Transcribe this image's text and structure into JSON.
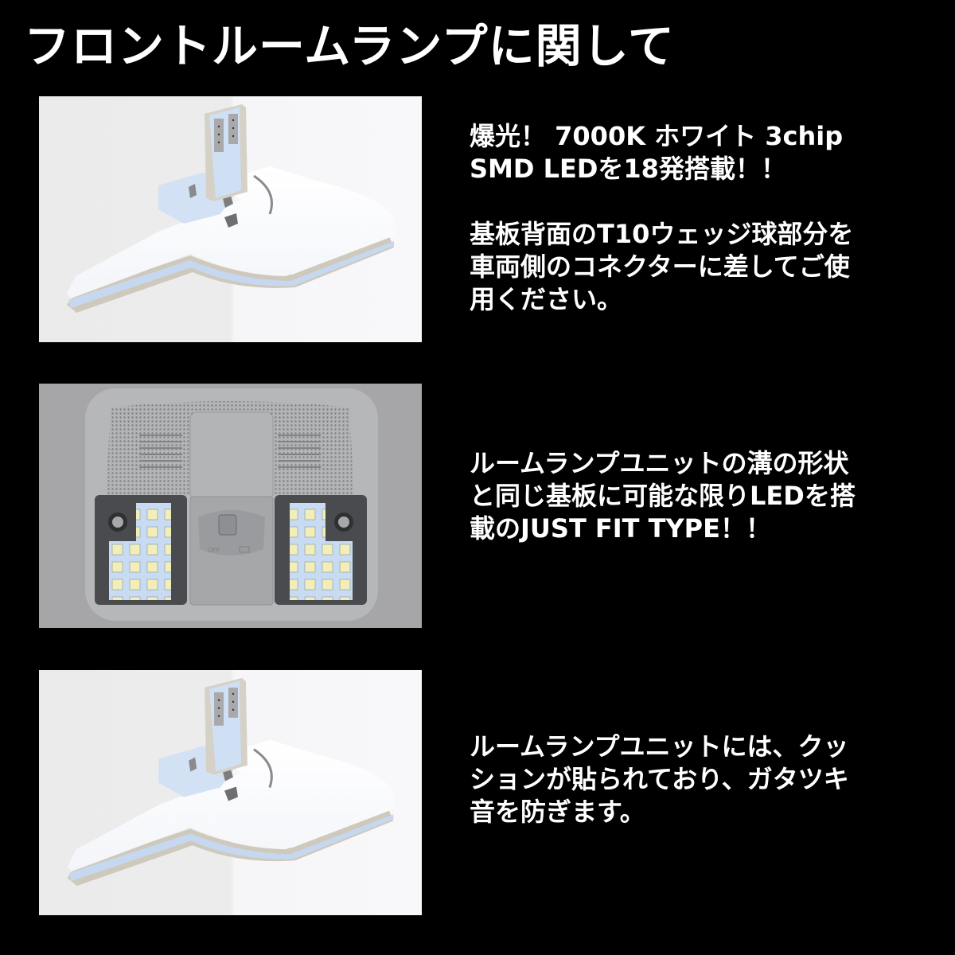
{
  "title": "フロントルームランプに関して",
  "sections": [
    {
      "image": {
        "alt": "T10ウェッジ球付きLED基板（クッション貼付）",
        "icon": "led-module-photo"
      },
      "text": "爆光！ 7000K ホワイト 3chip\nSMD LEDを18発搭載！！\n\n基板背面のT10ウェッジ球部分を\n車両側のコネクターに差してご使\n用ください。"
    },
    {
      "image": {
        "alt": "ルームランプユニット装着イメージ",
        "icon": "room-lamp-housing-photo",
        "switch_label": "OFF",
        "left_panel_leds": 18,
        "right_panel_leds": 18
      },
      "text": "ルームランプユニットの溝の形状\nと同じ基板に可能な限りLEDを搭\n載のJUST FIT TYPE！！"
    },
    {
      "image": {
        "alt": "クッション貼付済みLED基板",
        "icon": "led-module-photo"
      },
      "text": "ルームランプユニットには、クッ\nションが貼られており、ガタツキ\n音を防ぎます。"
    }
  ],
  "colors": {
    "background": "#000000",
    "text": "#ffffff",
    "pcb_blue": "#c9dcf2",
    "cushion_white": "#fafbfd",
    "housing_gray": "#b4b5b7",
    "led_yellow": "#f3eeb8"
  }
}
